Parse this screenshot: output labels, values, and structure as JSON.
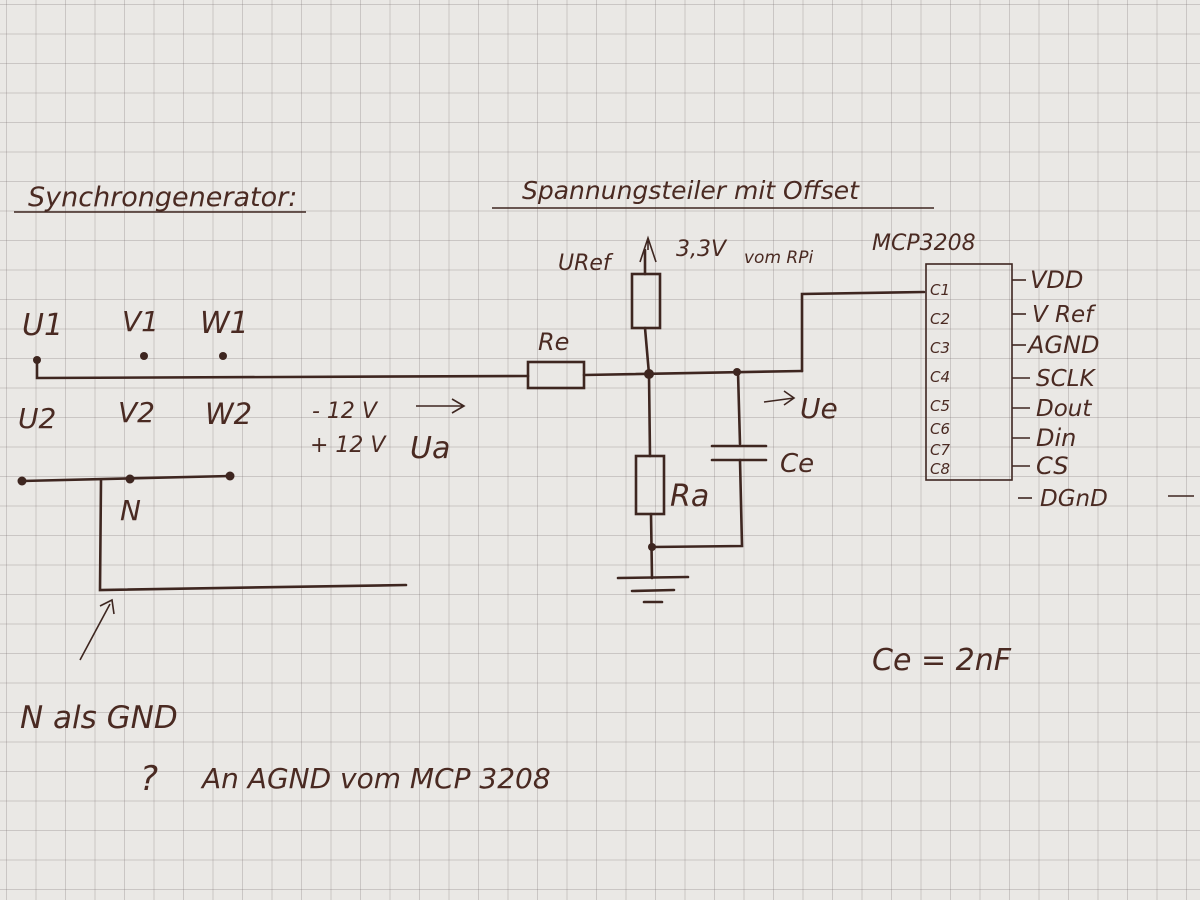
{
  "headings": {
    "left": "Synchrongenerator:",
    "center": "Spannungsteiler mit Offset"
  },
  "generator": {
    "top_terminals": [
      "U1",
      "V1",
      "W1"
    ],
    "bottom_terminals": [
      "U2",
      "V2",
      "W2"
    ],
    "neutral_label": "N"
  },
  "input": {
    "voltage_neg": "- 12 V",
    "voltage_pos": "+ 12 V",
    "voltage_name": "Ua"
  },
  "divider": {
    "uref_label": "URef",
    "supply_label": "3,3V",
    "supply_source": "vom RPi",
    "re_label": "Re",
    "ra_label": "Ra",
    "ce_label": "Ce",
    "ue_label": "Ue"
  },
  "adc": {
    "chip_name": "MCP3208",
    "channels": [
      "C1",
      "C2",
      "C3",
      "C4",
      "C5",
      "C6",
      "C7",
      "C8"
    ],
    "pins": [
      "VDD",
      "V Ref",
      "AGND",
      "SCLK",
      "Dout",
      "Din",
      "CS",
      "DGnD"
    ]
  },
  "notes": {
    "ce_value": "Ce = 2nF",
    "n_as_gnd": "N als GND",
    "question": "?",
    "question_text": "An   AGND vom MCP 3208"
  },
  "colors": {
    "ink": "#3e2620",
    "paper": "#eae8e5",
    "grid": "#8a7e7c"
  }
}
